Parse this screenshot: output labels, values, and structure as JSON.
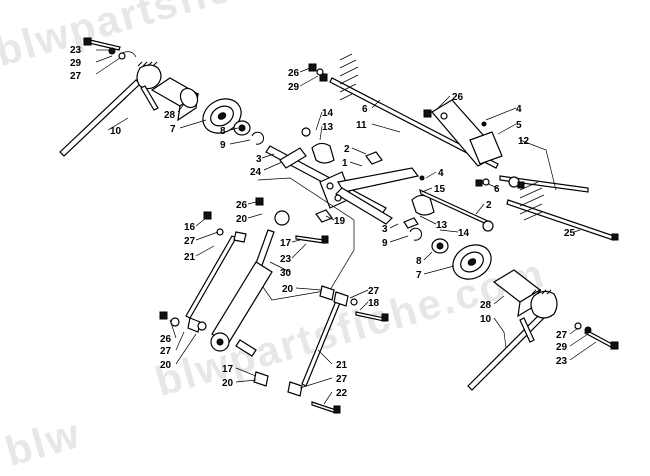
{
  "watermark": {
    "text_top": "blwpartsfiche.com",
    "text_mid": "blwpartsfiche.com",
    "text_bottom": "blw"
  },
  "callouts": [
    {
      "id": "c23a",
      "label": "23"
    },
    {
      "id": "c29a",
      "label": "29"
    },
    {
      "id": "c27a",
      "label": "27"
    },
    {
      "id": "c10a",
      "label": "10"
    },
    {
      "id": "c28a",
      "label": "28"
    },
    {
      "id": "c7a",
      "label": "7"
    },
    {
      "id": "c8a",
      "label": "8"
    },
    {
      "id": "c9a",
      "label": "9"
    },
    {
      "id": "c3a",
      "label": "3"
    },
    {
      "id": "c24",
      "label": "24"
    },
    {
      "id": "c26a",
      "label": "26"
    },
    {
      "id": "c29b",
      "label": "29"
    },
    {
      "id": "c14a",
      "label": "14"
    },
    {
      "id": "c13a",
      "label": "13"
    },
    {
      "id": "c6a",
      "label": "6"
    },
    {
      "id": "c11",
      "label": "11"
    },
    {
      "id": "c26b",
      "label": "26"
    },
    {
      "id": "c4a",
      "label": "4"
    },
    {
      "id": "c5",
      "label": "5"
    },
    {
      "id": "c12",
      "label": "12"
    },
    {
      "id": "c2a",
      "label": "2"
    },
    {
      "id": "c1",
      "label": "1"
    },
    {
      "id": "c4b",
      "label": "4"
    },
    {
      "id": "c15",
      "label": "15"
    },
    {
      "id": "c6b",
      "label": "6"
    },
    {
      "id": "c2b",
      "label": "2"
    },
    {
      "id": "c25",
      "label": "25"
    },
    {
      "id": "c26c",
      "label": "26"
    },
    {
      "id": "c20a",
      "label": "20"
    },
    {
      "id": "c19",
      "label": "19"
    },
    {
      "id": "c16",
      "label": "16"
    },
    {
      "id": "c27b",
      "label": "27"
    },
    {
      "id": "c21a",
      "label": "21"
    },
    {
      "id": "c17a",
      "label": "17"
    },
    {
      "id": "c23b",
      "label": "23"
    },
    {
      "id": "c30",
      "label": "30"
    },
    {
      "id": "c3b",
      "label": "3"
    },
    {
      "id": "c9b",
      "label": "9"
    },
    {
      "id": "c13b",
      "label": "13"
    },
    {
      "id": "c14b",
      "label": "14"
    },
    {
      "id": "c8b",
      "label": "8"
    },
    {
      "id": "c7b",
      "label": "7"
    },
    {
      "id": "c20b",
      "label": "20"
    },
    {
      "id": "c27c",
      "label": "27"
    },
    {
      "id": "c18",
      "label": "18"
    },
    {
      "id": "c26d",
      "label": "26"
    },
    {
      "id": "c27d",
      "label": "27"
    },
    {
      "id": "c20c",
      "label": "20"
    },
    {
      "id": "c28b",
      "label": "28"
    },
    {
      "id": "c10b",
      "label": "10"
    },
    {
      "id": "c27e",
      "label": "27"
    },
    {
      "id": "c29c",
      "label": "29"
    },
    {
      "id": "c23c",
      "label": "23"
    },
    {
      "id": "c17b",
      "label": "17"
    },
    {
      "id": "c20d",
      "label": "20"
    },
    {
      "id": "c21b",
      "label": "21"
    },
    {
      "id": "c27f",
      "label": "27"
    },
    {
      "id": "c22",
      "label": "22"
    }
  ]
}
